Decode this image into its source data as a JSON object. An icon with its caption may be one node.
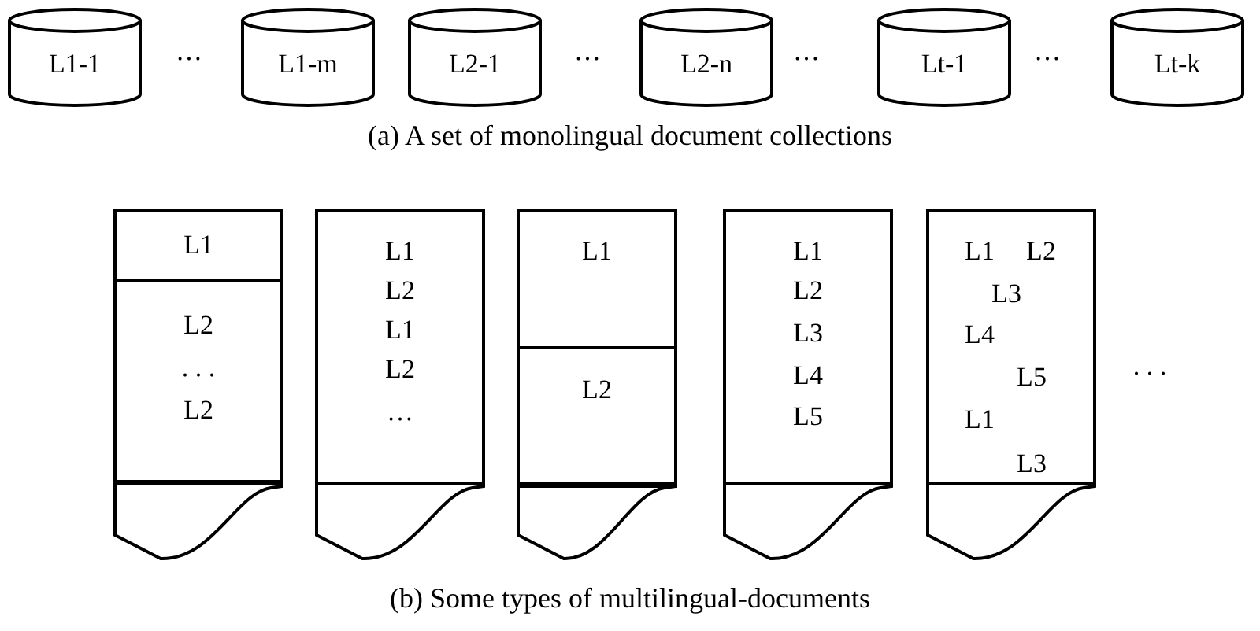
{
  "diagram": {
    "nodes": [
      {
        "text": [
          "L1-1"
        ]
      },
      {
        "text": [
          "L1-m"
        ]
      },
      {
        "text": [
          "L2-1"
        ]
      },
      {
        "text": [
          "L2-n"
        ]
      },
      {
        "text": [
          "Lt-1"
        ]
      },
      {
        "text": [
          "Lt-k"
        ]
      },
      {
        "text": [],
        "shape": "document"
      },
      {
        "text": [
          "L1"
        ],
        "in": 6
      },
      {
        "text": [
          "L2",
          ". . .",
          "L2"
        ],
        "in": 6
      },
      {
        "text": [
          "L1",
          "L2",
          "L1",
          "L2",
          "…"
        ]
      },
      {
        "text": [],
        "shape": "document"
      },
      {
        "text": [
          "L1"
        ],
        "in": 10
      },
      {
        "text": [
          "L2"
        ],
        "in": 10
      },
      {
        "text": [
          "L1",
          "L2",
          "L3",
          "L4",
          "L5"
        ]
      },
      {
        "text": [
          "L1",
          "L2",
          "L3",
          "L4",
          "L5",
          "L1",
          "L3"
        ]
      }
    ],
    "labels": [
      "…",
      "…",
      "…",
      "…",
      "(a) A set of monolingual document collections",
      ". . .",
      "(b) Some types of multilingual-documents"
    ]
  }
}
